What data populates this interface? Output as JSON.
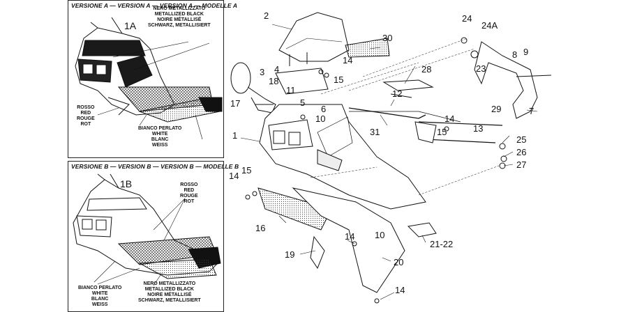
{
  "version_a": {
    "title": "VERSIONE A — VERSION A — VERSION A — MODELLE A",
    "label": "1A",
    "caption_black": [
      "NERO METALLIZZATO",
      "METALLIZED BLACK",
      "NOIRE MÉTALLISÉ",
      "SCHWARZ, METALLISIERT"
    ],
    "caption_red": [
      "ROSSO",
      "RED",
      "ROUGE",
      "ROT"
    ],
    "caption_white": [
      "BIANCO PERLATO",
      "WHITE",
      "BLANC",
      "WEISS"
    ]
  },
  "version_b": {
    "title": "VERSIONE B — VERSION B — VERSION B — MODELLE B",
    "label": "1B",
    "caption_red": [
      "ROSSO",
      "RED",
      "ROUGE",
      "ROT"
    ],
    "caption_white": [
      "BIANCO PERLATO",
      "WHITE",
      "BLANC",
      "WEISS"
    ],
    "caption_black": [
      "NERO METALLIZZATO",
      "METALLIZED BLACK",
      "NOIRE MÉTALLISÉ",
      "SCHWARZ, METALLISIERT"
    ]
  },
  "part_numbers": {
    "p1": "1",
    "p2": "2",
    "p3": "3",
    "p4": "4",
    "p5": "5",
    "p6": "6",
    "p7": "7",
    "p8": "8",
    "p9": "9",
    "p10a": "10",
    "p10b": "10",
    "p11": "11",
    "p12": "12",
    "p13": "13",
    "p14a": "14",
    "p14b": "14",
    "p14c": "14",
    "p14d": "14",
    "p14e": "14",
    "p15a": "15",
    "p15b": "15",
    "p15c": "15",
    "p16": "16",
    "p17": "17",
    "p18": "18",
    "p19": "19",
    "p20": "20",
    "p21_22": "21-22",
    "p23": "23",
    "p24": "24",
    "p24a": "24A",
    "p25": "25",
    "p26": "26",
    "p27": "27",
    "p28": "28",
    "p29": "29",
    "p30": "30",
    "p31": "31"
  }
}
